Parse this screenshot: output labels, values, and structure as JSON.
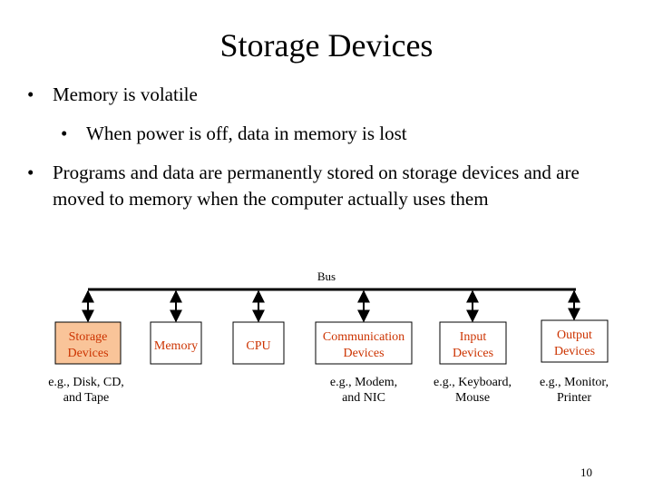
{
  "slide": {
    "title": "Storage Devices",
    "bullets": [
      "Memory is volatile",
      "When power is off, data in memory is lost",
      "Programs and data are permanently stored on storage devices and are moved to memory when the computer actually uses them"
    ],
    "page_number": "10"
  },
  "diagram": {
    "bus_label": "Bus",
    "components": [
      {
        "line1": "Storage",
        "line2": "Devices",
        "caption1": "e.g., Disk, CD,",
        "caption2": "and Tape",
        "fill": "#f9c499"
      },
      {
        "line1": "Memory",
        "line2": "",
        "caption1": "",
        "caption2": "",
        "fill": "#ffffff"
      },
      {
        "line1": "CPU",
        "line2": "",
        "caption1": "",
        "caption2": "",
        "fill": "#ffffff"
      },
      {
        "line1": "Communication",
        "line2": "Devices",
        "caption1": "e.g., Modem,",
        "caption2": "and NIC",
        "fill": "#ffffff"
      },
      {
        "line1": "Input",
        "line2": "Devices",
        "caption1": "e.g., Keyboard,",
        "caption2": "Mouse",
        "fill": "#ffffff"
      },
      {
        "line1": "Output",
        "line2": "Devices",
        "caption1": "e.g., Monitor,",
        "caption2": "Printer",
        "fill": "#ffffff"
      }
    ],
    "colors": {
      "label_text": "#cc3300",
      "line": "#000000",
      "highlight_fill": "#f9c499"
    }
  }
}
